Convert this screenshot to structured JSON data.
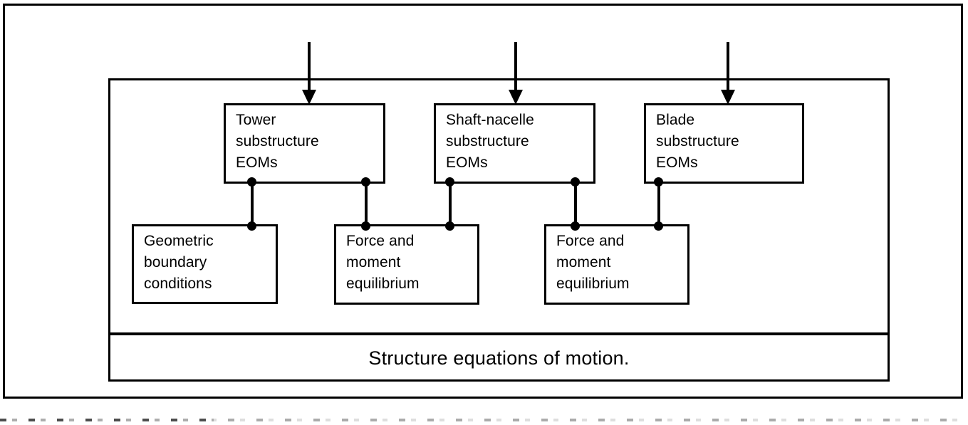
{
  "diagram": {
    "title": "Structure equations of motion.",
    "caption": "Structure equations of motion.",
    "colors": {
      "stroke": "#000000",
      "background": "#ffffff"
    },
    "substructure_nodes": [
      {
        "id": "tower",
        "lines": [
          "Tower",
          "substructure",
          "EOMs"
        ]
      },
      {
        "id": "shaft-nacelle",
        "lines": [
          "Shaft-nacelle",
          "substructure",
          "EOMs"
        ]
      },
      {
        "id": "blade",
        "lines": [
          "Blade",
          "substructure",
          "EOMs"
        ]
      }
    ],
    "coupling_nodes": [
      {
        "id": "geometric-boundary-conditions",
        "lines": [
          "Geometric",
          "boundary",
          "conditions"
        ]
      },
      {
        "id": "force-moment-equilibrium-1",
        "lines": [
          "Force and",
          "moment",
          "equilibrium"
        ]
      },
      {
        "id": "force-moment-equilibrium-2",
        "lines": [
          "Force and",
          "moment",
          "equilibrium"
        ]
      }
    ],
    "input_arrows": [
      {
        "id": "arrow-to-tower",
        "target": "tower"
      },
      {
        "id": "arrow-to-shaft-nacelle",
        "target": "shaft-nacelle"
      },
      {
        "id": "arrow-to-blade",
        "target": "blade"
      }
    ],
    "connections": [
      {
        "from": "tower",
        "to": "geometric-boundary-conditions"
      },
      {
        "from": "tower",
        "to": "force-moment-equilibrium-1"
      },
      {
        "from": "shaft-nacelle",
        "to": "force-moment-equilibrium-1"
      },
      {
        "from": "shaft-nacelle",
        "to": "force-moment-equilibrium-2"
      },
      {
        "from": "blade",
        "to": "force-moment-equilibrium-2"
      }
    ]
  }
}
